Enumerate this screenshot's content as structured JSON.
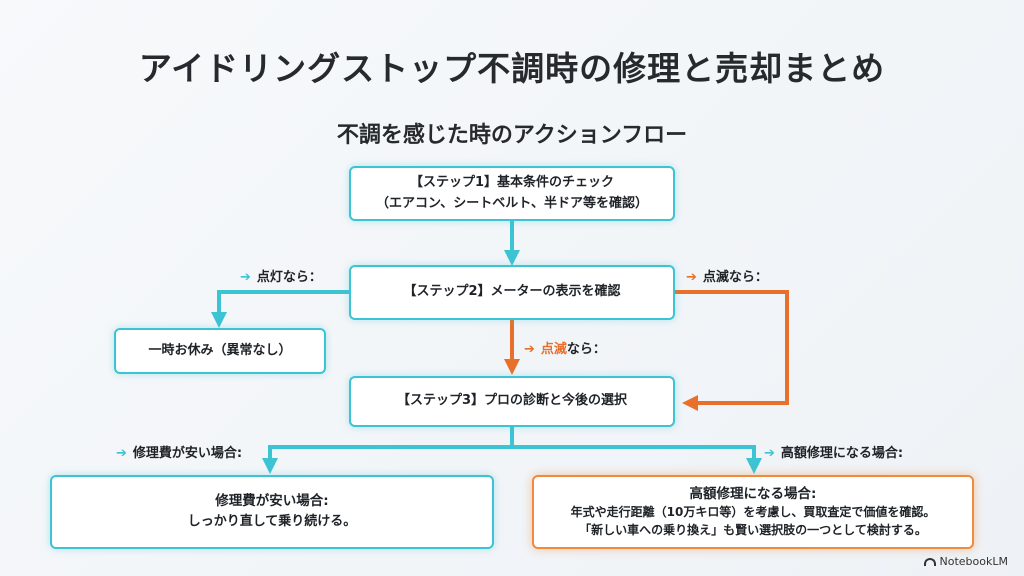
{
  "title": "アイドリングストップ不調時の修理と売却まとめ",
  "subtitle": "不調を感じた時のアクションフロー",
  "steps": {
    "step1": {
      "line1": "【ステップ1】基本条件のチェック",
      "line2": "（エアコン、シートベルト、半ドア等を確認）"
    },
    "step2": {
      "line1": "【ステップ2】メーターの表示を確認"
    },
    "step3": {
      "line1": "【ステップ3】プロの診断と今後の選択"
    }
  },
  "outcomes": {
    "rest": {
      "line1": "一時お休み（異常なし）"
    },
    "cheap": {
      "head": "修理費が安い場合:",
      "line1": "しっかり直して乗り続ける。"
    },
    "expensive": {
      "head": "高額修理になる場合:",
      "line1": "年式や走行距離（10万キロ等）を考慮し、買取査定で価値を確認。",
      "line2": "「新しい車への乗り換え」も賢い選択肢の一つとして検討する。"
    }
  },
  "labels": {
    "lit": "点灯なら：",
    "blink_right": "点滅なら：",
    "blink_down_hl": "点滅",
    "blink_down_rest": "なら：",
    "cheap": "修理費が安い場合:",
    "expensive": "高額修理になる場合:"
  },
  "branding": {
    "name": "NotebookLM"
  },
  "colors": {
    "teal": "#3cc3d4",
    "orange": "#e8702a"
  }
}
